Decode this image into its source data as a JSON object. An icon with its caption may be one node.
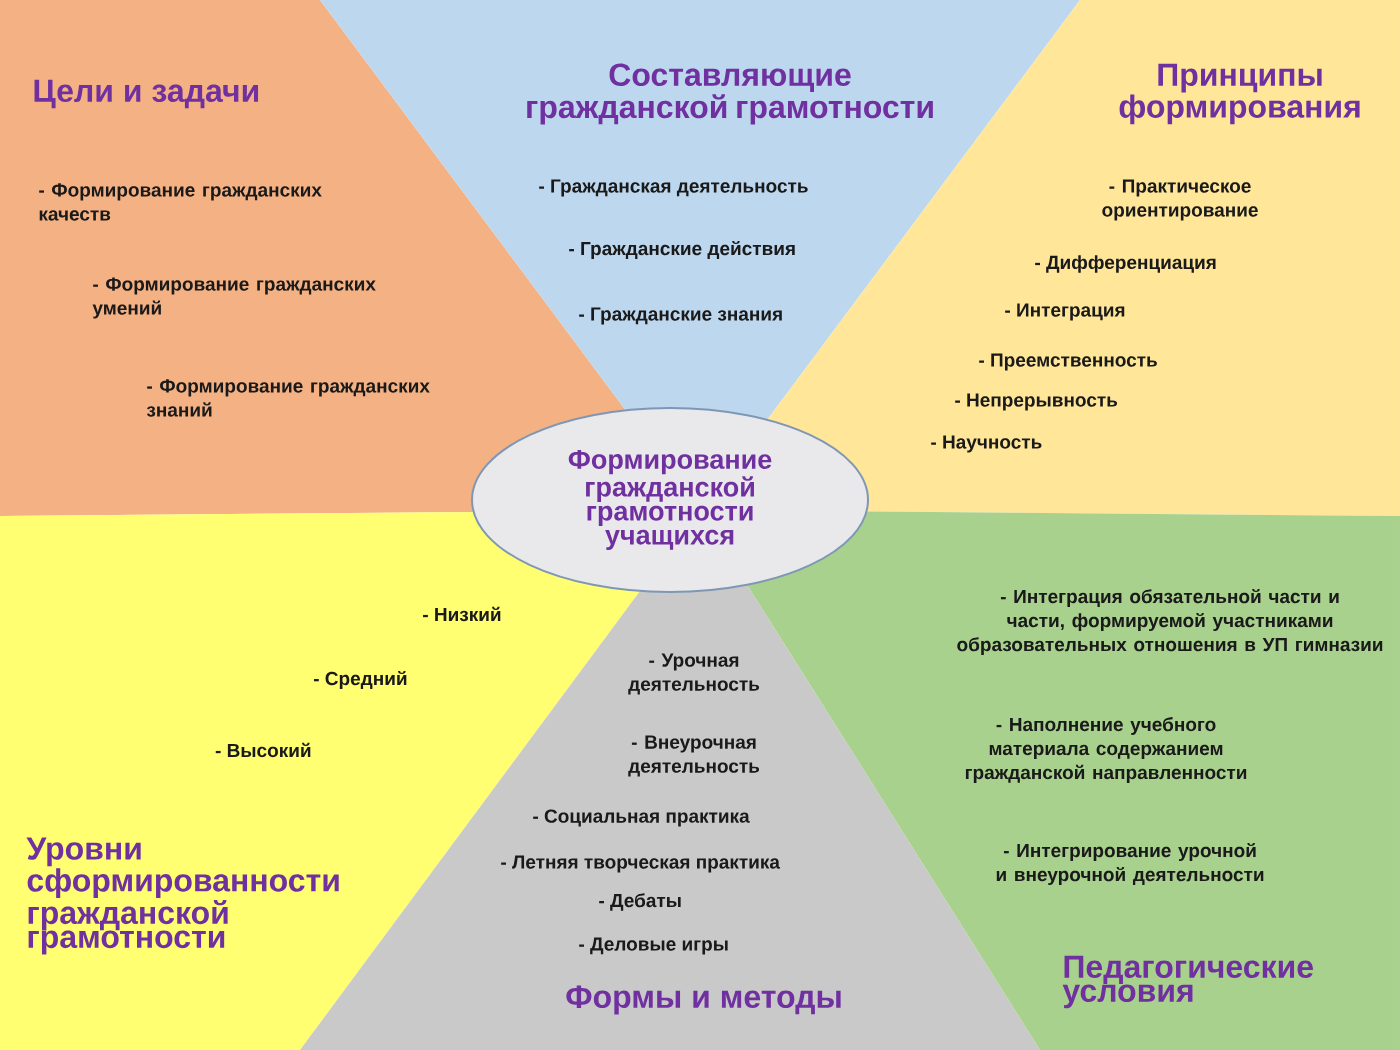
{
  "diagram": {
    "nodes": [
      {
        "text": [
          "Цели и задачи",
          "- Формирование гражданских качеств",
          "- Формирование гражданских умений",
          "- Формирование гражданских знаний"
        ]
      },
      {
        "text": [
          "Составляющие гражданской грамотности",
          "- Гражданская деятельность",
          "- Гражданские действия",
          "- Гражданские знания"
        ]
      },
      {
        "text": [
          "Принципы формирования",
          "- Практическое ориентирование",
          "- Дифференциация",
          "- Интеграция",
          "- Преемственность",
          "- Непрерывность",
          "- Научность"
        ]
      },
      {
        "text": [
          "Формирование гражданской грамотности учащихся"
        ]
      },
      {
        "text": [
          "- Низкий",
          "- Средний",
          "- Высокий",
          "Уровни сформированности гражданской грамотности"
        ]
      },
      {
        "text": [
          "- Урочная деятельность",
          "- Внеурочная деятельность",
          "- Социальная практика",
          "- Летняя творческая практика",
          "- Дебаты",
          "- Деловые игры",
          "Формы и методы"
        ]
      },
      {
        "text": [
          "- Интеграция обязательной части и части, формируемой участниками образовательных отношения в УП гимназии",
          "- Наполнение учебного материала содержанием гражданской направленности",
          "- Интегрирование урочной и внеурочной деятельности",
          "Педагогические условия"
        ]
      }
    ]
  }
}
